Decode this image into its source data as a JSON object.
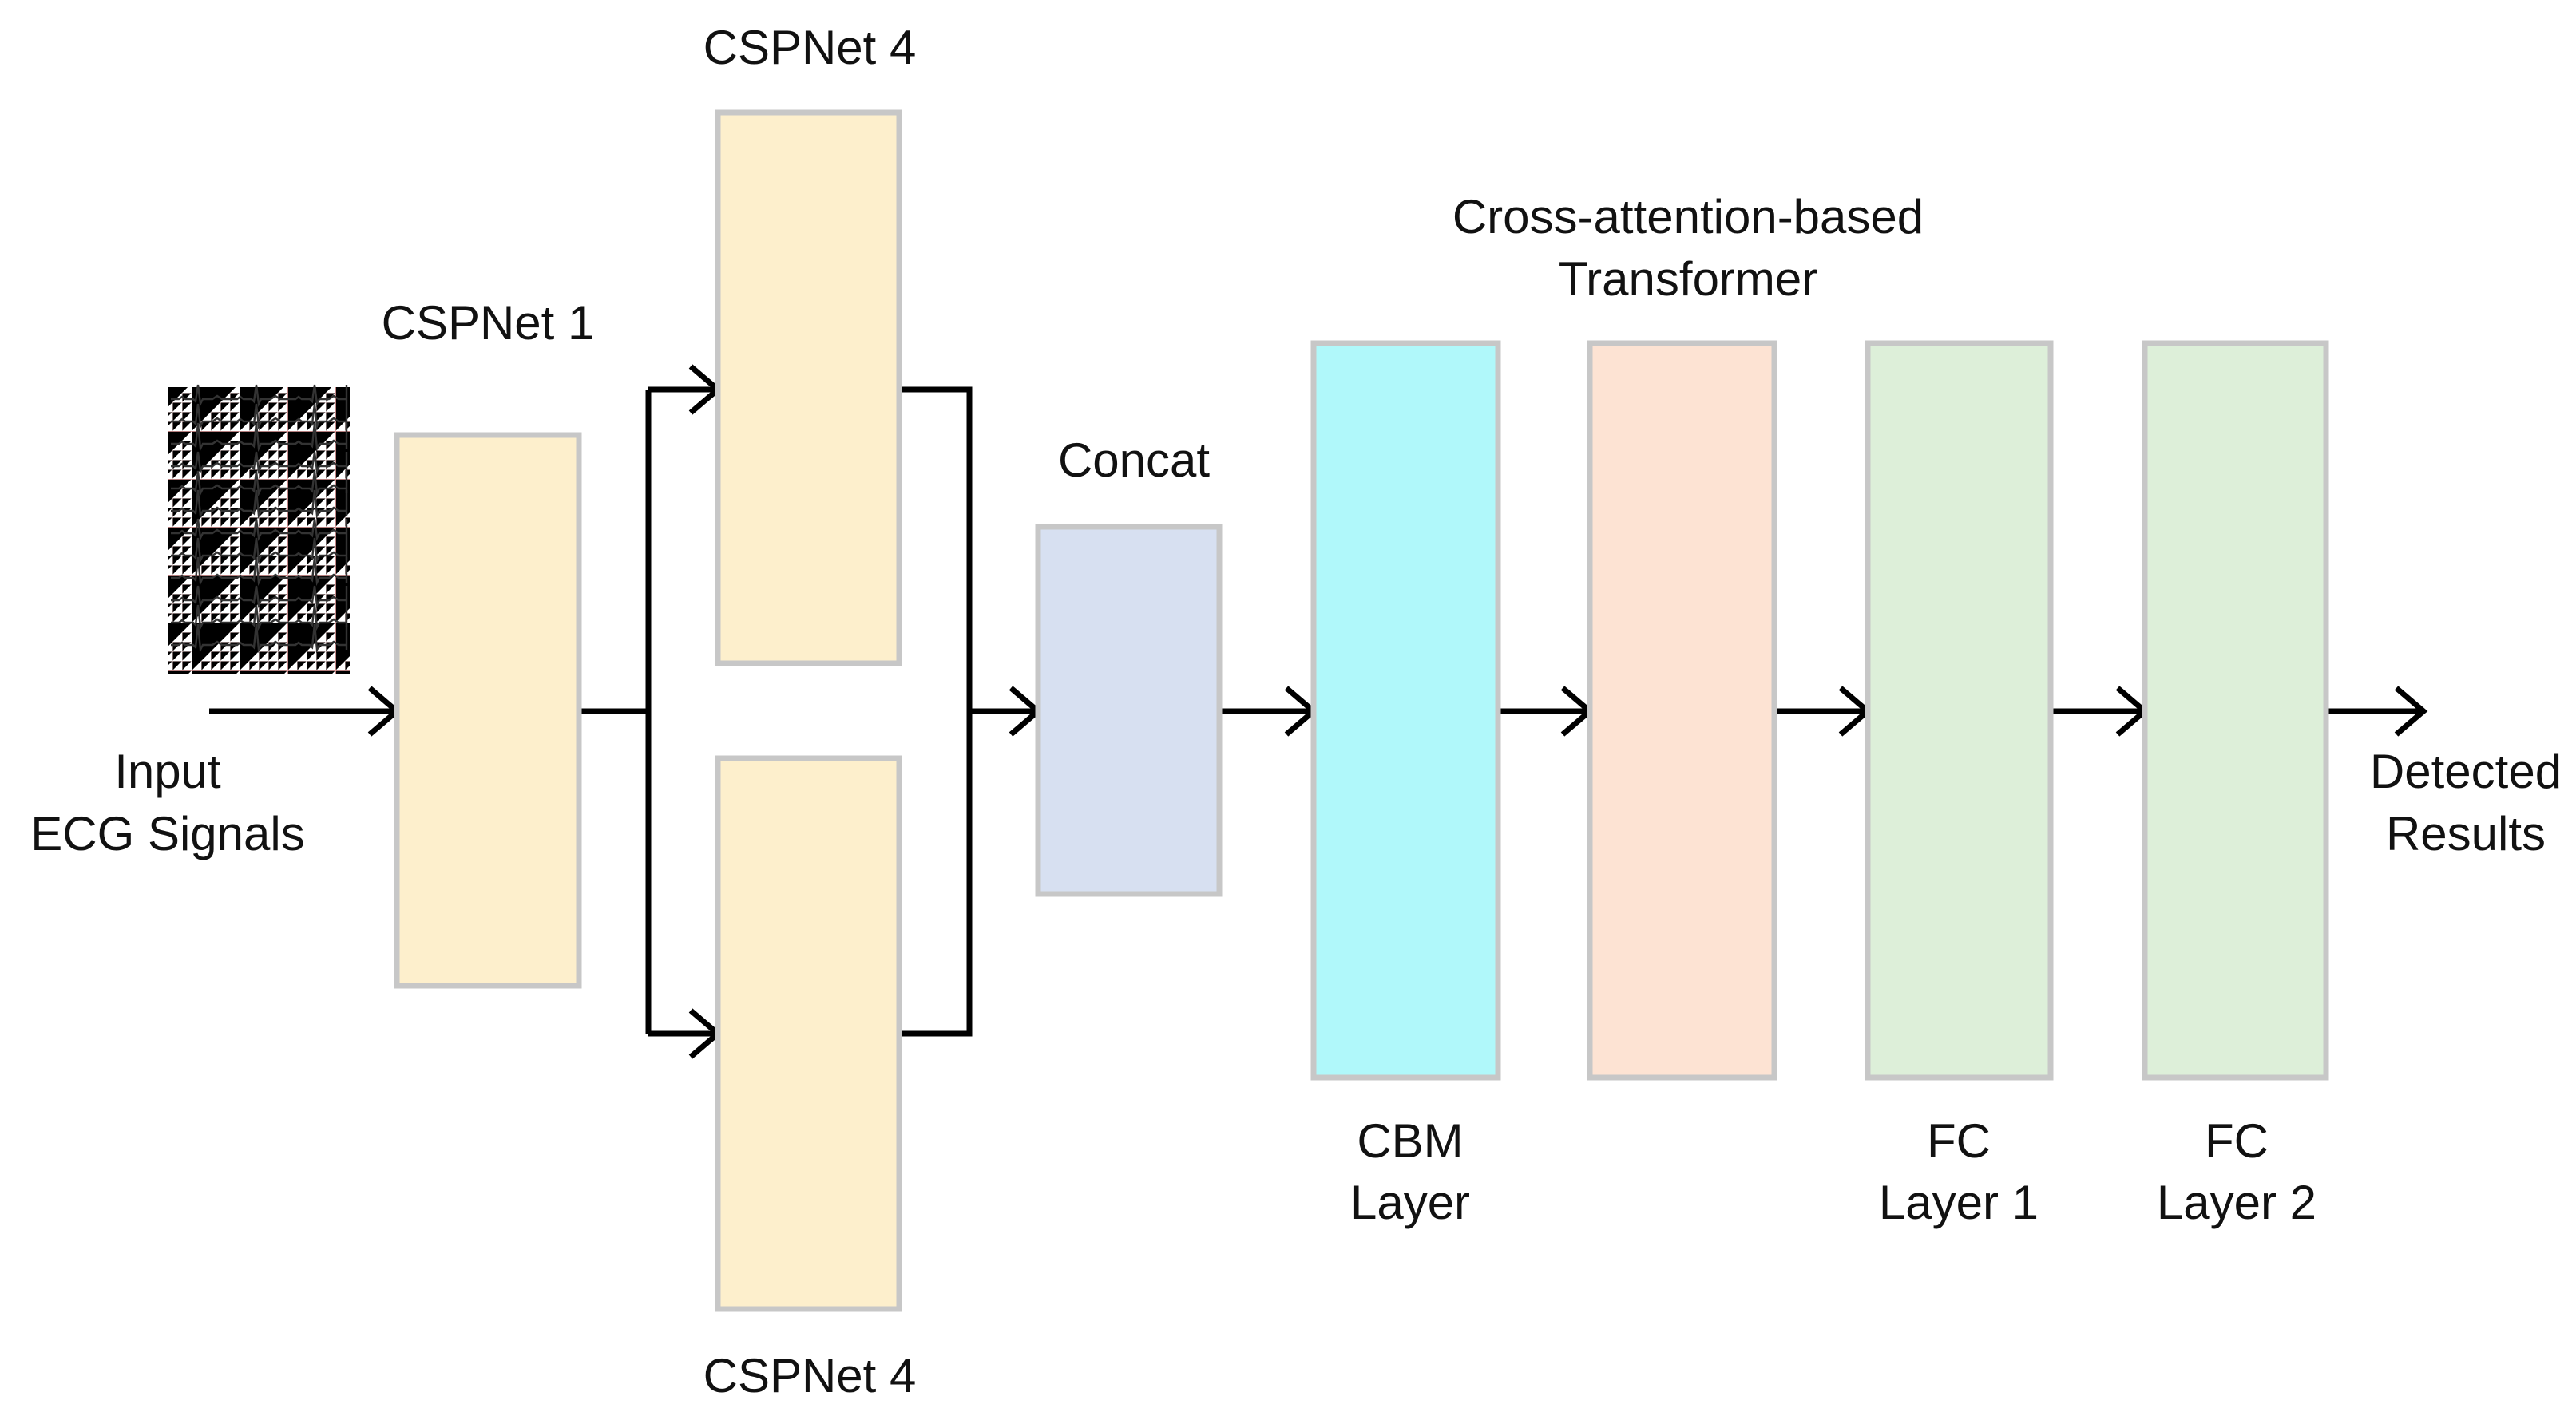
{
  "labels": {
    "input_line1": "Input",
    "input_line2": "ECG Signals",
    "cspnet1": "CSPNet 1",
    "cspnet4_top": "CSPNet 4",
    "cspnet4_bottom": "CSPNet 4",
    "concat": "Concat",
    "transformer_line1": "Cross-attention-based",
    "transformer_line2": "Transformer",
    "cbm_line1": "CBM",
    "cbm_line2": "Layer",
    "fc1_line1": "FC",
    "fc1_line2": "Layer 1",
    "fc2_line1": "FC",
    "fc2_line2": "Layer 2",
    "output_line1": "Detected",
    "output_line2": "Results"
  },
  "colors": {
    "cspnet": "#fdefcc",
    "concat": "#d7e0f1",
    "cbm": "#b0f8fa",
    "transformer": "#fde3d3",
    "fc": "#ddefd9",
    "node_border": "#c7c7c7",
    "arrow": "#000000"
  },
  "icons": {
    "input_thumbnail": "ecg-strip-icon"
  }
}
